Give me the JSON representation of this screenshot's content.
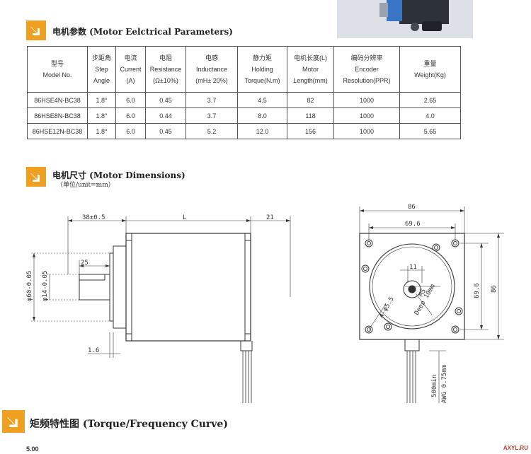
{
  "sections": {
    "params_title": "电机参数 (Motor Eelctrical Parameters)",
    "dimensions_title": "电机尺寸 (Motor Dimensions)",
    "dimensions_unit": "（单位/unit=mm）",
    "curve_title": "矩频特性图 (Torque/Frequency Curve)"
  },
  "table": {
    "headers": [
      [
        "型号",
        "Model No."
      ],
      [
        "步距角",
        "Step",
        "Angle"
      ],
      [
        "电流",
        "Current",
        "(A)"
      ],
      [
        "电阻",
        "Resistance",
        "(Ω±10%)"
      ],
      [
        "电感",
        "Inductance",
        "(mH± 20%)"
      ],
      [
        "静力矩",
        "Holding",
        "Torque(N.m)"
      ],
      [
        "电机长度(L)",
        "Motor",
        "Length(mm)"
      ],
      [
        "编码分辨率",
        "Encoder",
        "Resolution(PPR)"
      ],
      [
        "重量",
        "Weight(Kg)"
      ]
    ],
    "rows": [
      [
        "86HSE4N-BC38",
        "1.8°",
        "6.0",
        "0.45",
        "3.7",
        "4.5",
        "82",
        "1000",
        "2.65"
      ],
      [
        "86HSE8N-BC38",
        "1.8°",
        "6.0",
        "0.44",
        "3.7",
        "8.0",
        "118",
        "1000",
        "4.0"
      ],
      [
        "86HSE12N-BC38",
        "1.8°",
        "6.0",
        "0.45",
        "5.2",
        "12.0",
        "156",
        "1000",
        "5.65"
      ]
    ]
  },
  "side_view": {
    "dim_38": "38±0.5",
    "dim_L": "L",
    "dim_21": "21",
    "dim_25": "25",
    "dim_phi60": "φ60-0.05",
    "dim_phi14": "φ14-0.05",
    "dim_16": "1.6"
  },
  "front_view": {
    "dim_86_top": "86",
    "dim_69_6_top": "69.6",
    "dim_69_6_side": "69.6",
    "dim_86_side": "86",
    "dim_11": "11",
    "dim_m5": "M5",
    "dim_depth": "Deep 10mm",
    "dim_holes": "4-φ5.5",
    "dim_cable": "500min",
    "dim_awg": "AWG 0.75mm"
  },
  "chart_axis": {
    "y_top": "5.00"
  },
  "watermark": "AXYL.RU"
}
